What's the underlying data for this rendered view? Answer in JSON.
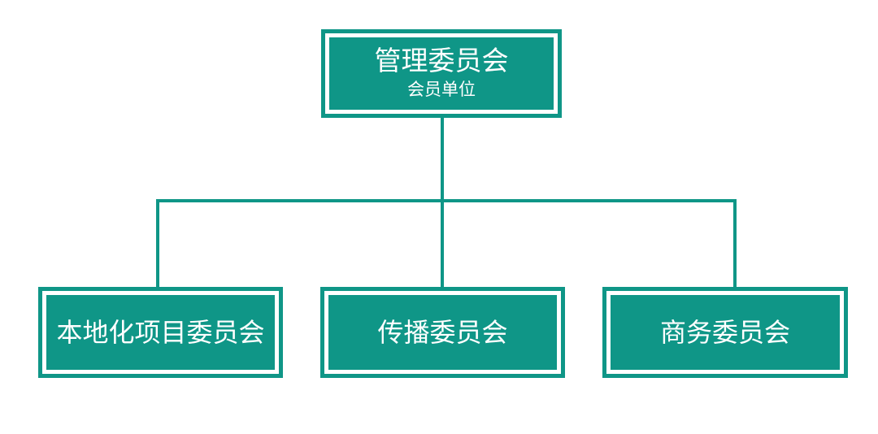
{
  "theme": {
    "accent": "#0f9687",
    "background": "#ffffff",
    "text_on_accent": "#ffffff"
  },
  "org_chart": {
    "type": "org-tree",
    "root": {
      "title": "管理委员会",
      "subtitle": "会员单位"
    },
    "children": [
      {
        "label": "本地化项目委员会"
      },
      {
        "label": "传播委员会"
      },
      {
        "label": "商务委员会"
      }
    ]
  }
}
